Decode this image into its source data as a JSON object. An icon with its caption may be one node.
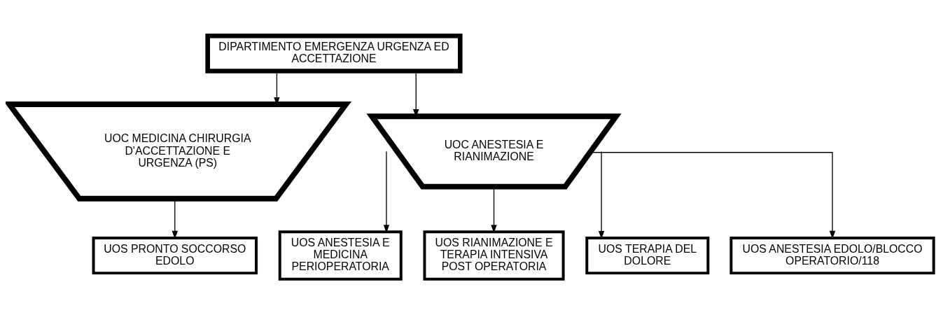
{
  "diagram": {
    "nodes": [
      {
        "text": [
          "DIPARTIMENTO EMERGENZA URGENZA ED ACCETTAZIONE"
        ]
      },
      {
        "text": [
          "UOC MEDICINA CHIRURGIA D'ACCETTAZIONE E URGENZA (PS)"
        ]
      },
      {
        "text": [
          "UOC ANESTESIA E RIANIMAZIONE"
        ]
      },
      {
        "text": [
          "UOS PRONTO SOCCORSO EDOLO"
        ]
      },
      {
        "text": [
          "UOS ANESTESIA E MEDICINA PERIOPERATORIA"
        ]
      },
      {
        "text": [
          "UOS RIANIMAZIONE E TERAPIA INTENSIVA POST OPERATORIA"
        ]
      },
      {
        "text": [
          "UOS TERAPIA DEL DOLORE"
        ]
      },
      {
        "text": [
          "UOS ANESTESIA EDOLO/BLOCCO OPERATORIO/118"
        ]
      }
    ],
    "edges": [
      {
        "from": 0,
        "to": 1,
        "arrow": "to"
      },
      {
        "from": 0,
        "to": 2,
        "arrow": "to"
      },
      {
        "from": 1,
        "to": 3,
        "arrow": "to"
      },
      {
        "from": 2,
        "to": 4,
        "arrow": "to"
      },
      {
        "from": 2,
        "to": 5,
        "arrow": "to"
      },
      {
        "from": 2,
        "to": 6,
        "arrow": "to"
      },
      {
        "from": 2,
        "to": 7,
        "arrow": "to"
      }
    ]
  }
}
